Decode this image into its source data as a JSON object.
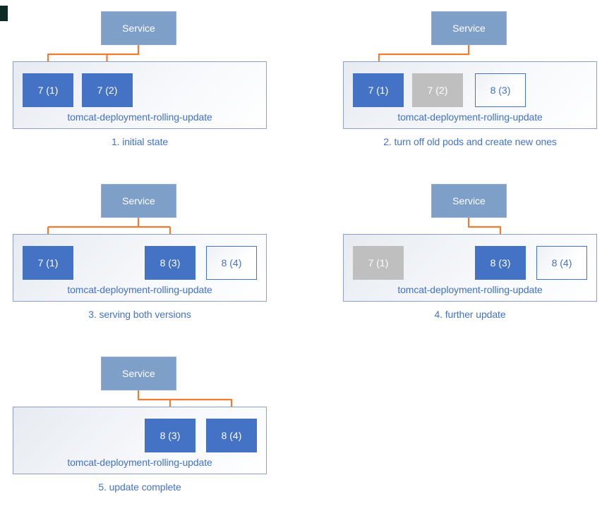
{
  "colors": {
    "service_fill": "#7E9FC8",
    "service_border": "#93AED3",
    "container_border": "#8CA1C6",
    "pod_active": "#4472C4",
    "pod_inactive": "#BFBFBF",
    "pod_new_border": "#4472C4",
    "text_blue": "#4472C4",
    "arrow": "#ED7D31"
  },
  "panels": [
    {
      "caption": "1. initial state",
      "service_label": "Service",
      "deployment_label": "tomcat-deployment-rolling-update",
      "pods": [
        {
          "label": "7 (1)",
          "state": "active"
        },
        {
          "label": "7 (2)",
          "state": "active"
        }
      ]
    },
    {
      "caption": "2. turn off old pods and create new ones",
      "service_label": "Service",
      "deployment_label": "tomcat-deployment-rolling-update",
      "pods": [
        {
          "label": "7 (1)",
          "state": "active"
        },
        {
          "label": "7 (2)",
          "state": "inactive"
        },
        {
          "label": "8 (3)",
          "state": "new"
        }
      ]
    },
    {
      "caption": "3. serving both versions",
      "service_label": "Service",
      "deployment_label": "tomcat-deployment-rolling-update",
      "pods": [
        {
          "label": "7 (1)",
          "state": "active"
        },
        {
          "label": "8 (3)",
          "state": "active"
        },
        {
          "label": "8 (4)",
          "state": "new"
        }
      ]
    },
    {
      "caption": "4. further update",
      "service_label": "Service",
      "deployment_label": "tomcat-deployment-rolling-update",
      "pods": [
        {
          "label": "7 (1)",
          "state": "inactive"
        },
        {
          "label": "8 (3)",
          "state": "active"
        },
        {
          "label": "8 (4)",
          "state": "new"
        }
      ]
    },
    {
      "caption": "5. update complete",
      "service_label": "Service",
      "deployment_label": "tomcat-deployment-rolling-update",
      "pods": [
        {
          "label": "8 (3)",
          "state": "active"
        },
        {
          "label": "8 (4)",
          "state": "active"
        }
      ]
    }
  ]
}
